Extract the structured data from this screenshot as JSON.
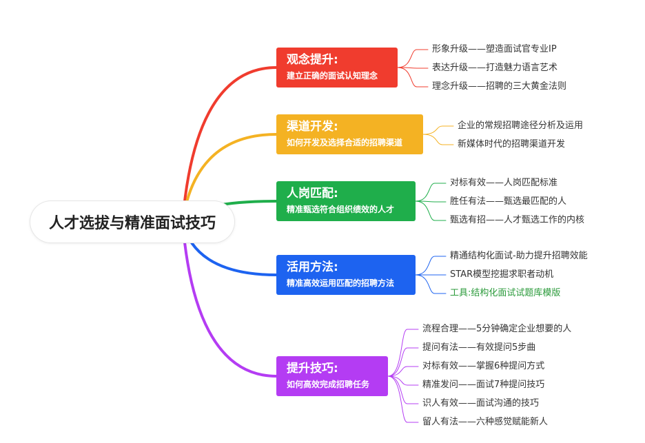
{
  "root": {
    "label": "人才选拔与精准面试技巧"
  },
  "branches": [
    {
      "title": "观念提升:",
      "subtitle": "建立正确的面试认知理念",
      "color": "#f03c2e",
      "items": [
        {
          "text": "形象升级——塑造面试官专业IP"
        },
        {
          "text": "表达升级——打造魅力语言艺术"
        },
        {
          "text": "理念升级——招聘的三大黄金法则"
        }
      ]
    },
    {
      "title": "渠道开发:",
      "subtitle": "如何开发及选择合适的招聘渠道",
      "color": "#f4b223",
      "items": [
        {
          "text": "企业的常规招聘途径分析及运用"
        },
        {
          "text": "新媒体时代的招聘渠道开发"
        }
      ]
    },
    {
      "title": "人岗匹配:",
      "subtitle": "精准甄选符合组织绩效的人才",
      "color": "#1fae4b",
      "items": [
        {
          "text": "对标有效——人岗匹配标准"
        },
        {
          "text": "胜任有法——甄选最匹配的人"
        },
        {
          "text": "甄选有招——人才甄选工作的内核"
        }
      ]
    },
    {
      "title": "活用方法:",
      "subtitle": "精准高效运用匹配的招聘方法",
      "color": "#1d63f0",
      "items": [
        {
          "text": "精通结构化面试-助力提升招聘效能"
        },
        {
          "text": "STAR模型挖掘求职者动机"
        },
        {
          "text": "工具:结构化面试试题库模版",
          "highlight": true
        }
      ]
    },
    {
      "title": "提升技巧:",
      "subtitle": "如何高效完成招聘任务",
      "color": "#b43cf3",
      "items": [
        {
          "text": "流程合理——5分钟确定企业想要的人"
        },
        {
          "text": "提问有法——有效提问5步曲"
        },
        {
          "text": "对标有效——掌握6种提问方式"
        },
        {
          "text": "精准发问——面试7种提问技巧"
        },
        {
          "text": "识人有效——面试沟通的技巧"
        },
        {
          "text": "留人有法——六种感觉赋能新人"
        }
      ]
    }
  ]
}
